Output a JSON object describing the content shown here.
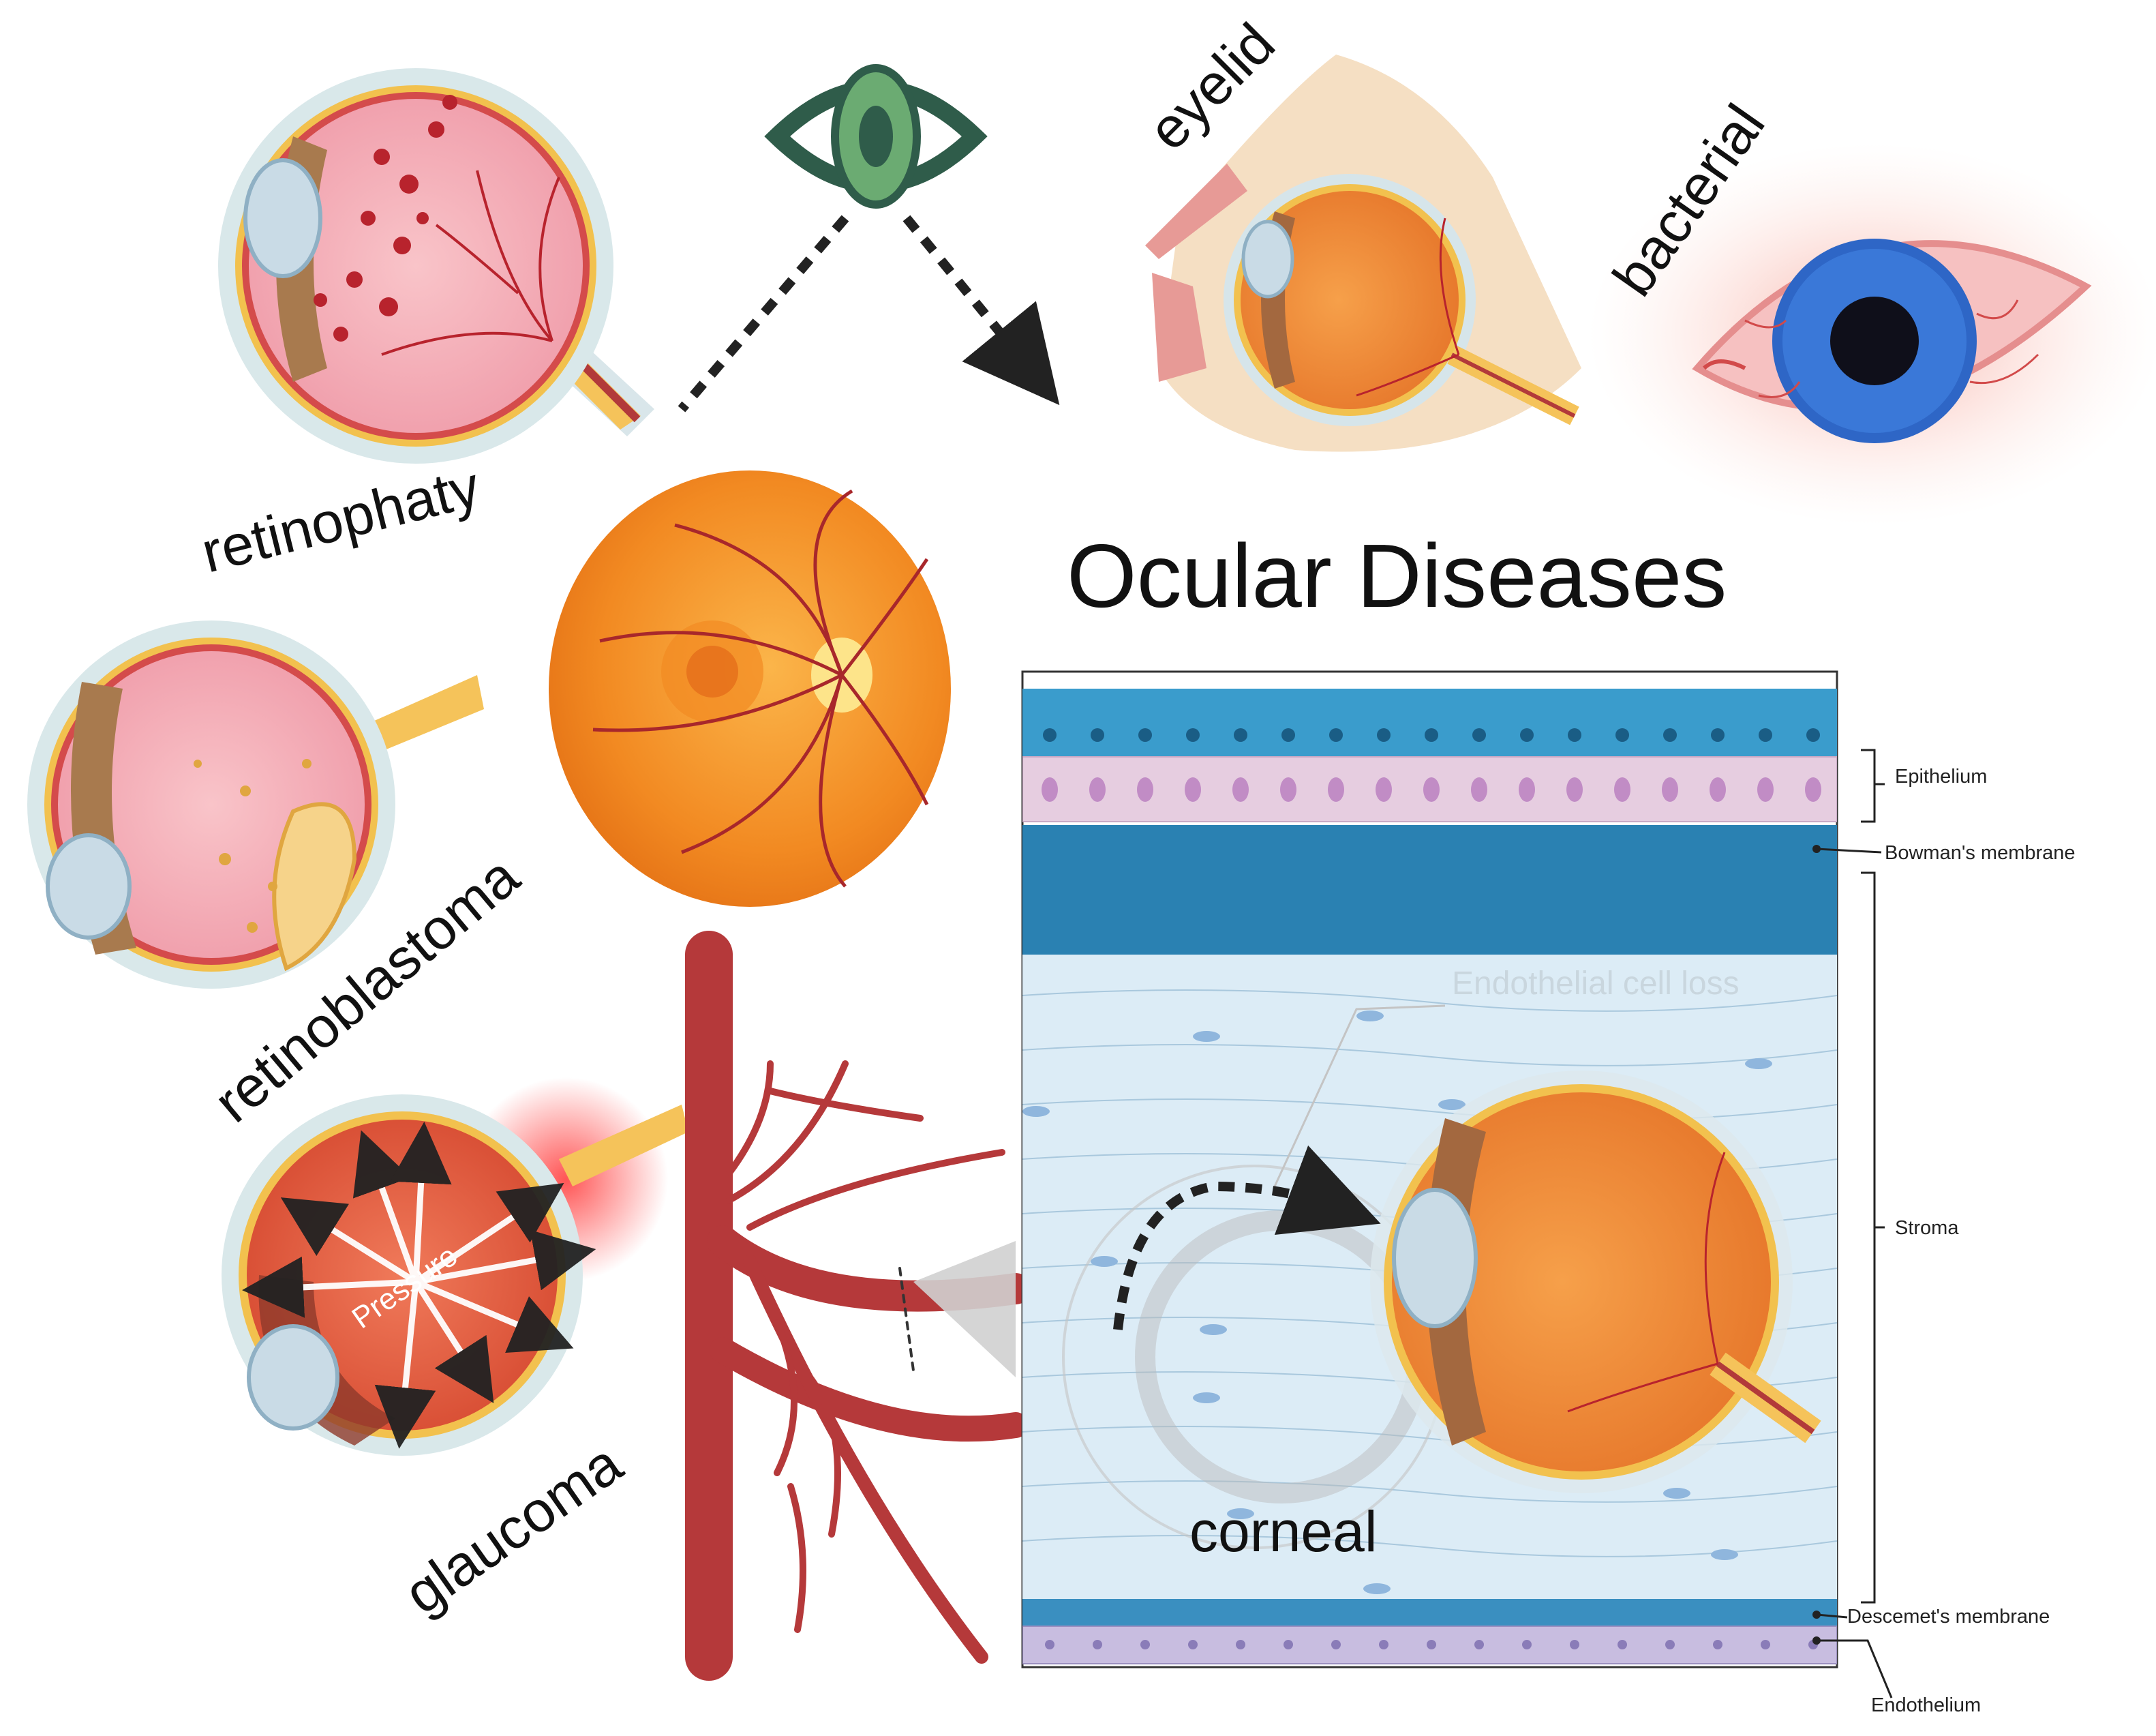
{
  "title": "Ocular Diseases",
  "diseases": {
    "retinopathy": "retinophaty",
    "retinoblastoma": "retinoblastoma",
    "glaucoma": "glaucoma",
    "eyelid": "eyelid",
    "bacterial": "bacterial",
    "corneal": "corneal"
  },
  "glaucoma_inner_label": "Pressure",
  "cornea_layers": {
    "epithelium": "Epithelium",
    "bowmans": "Bowman's membrane",
    "stroma": "Stroma",
    "descemets": "Descemet's membrane",
    "endothelium": "Endothelium"
  },
  "faint_annotation": "Endothelial cell loss",
  "colors": {
    "eye_icon_outline": "#2f5c4a",
    "eye_icon_iris": "#6bab72",
    "eyeball_orange": "#ef8a32",
    "retina_pink": "#f2a6b4",
    "artery_red": "#b5393a",
    "stroma_blue": "#dcecf6",
    "bowman_blue": "#2a81b2",
    "epithelium_blue": "#3a9ccc",
    "epithelium_purple": "#e6cde0",
    "endothelium_purple": "#c8bde0",
    "bacterial_iris": "#2e66c6"
  }
}
